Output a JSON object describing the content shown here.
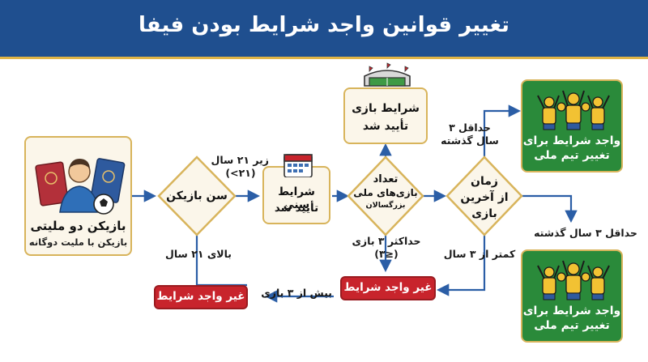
{
  "header": {
    "title": "تغییر قوانین واجد شرایط بودن فیفا"
  },
  "start": {
    "title": "بازیکن دو ملیتی",
    "subtitle": "بازیکن با ملیت دوگانه"
  },
  "age_decision": {
    "label": "سن بازیکن"
  },
  "under21_label": {
    "line1": "زیر ۲۱ سال",
    "line2": "(۲۱>)"
  },
  "over21_label": "بالای ۲۱ سال",
  "age_approved": {
    "line1": "شرایط سنی",
    "line2": "تأیید شد"
  },
  "caps_decision": {
    "line1": "تعداد",
    "line2": "بازی‌های ملی",
    "line3": "بزرگسالان"
  },
  "caps_ok": {
    "line1": "شرایط بازی",
    "line2": "تأیید شد"
  },
  "max3_label": {
    "line1": "حداکثر ۳ بازی",
    "line2": "(≤۳)"
  },
  "over3_label": "بیش از ۳ بازی",
  "time_decision": {
    "line1": "زمان",
    "line2": "از آخرین",
    "line3": "بازی"
  },
  "min3years_top": {
    "line1": "حداقل ۳",
    "line2": "سال گذشته"
  },
  "min3years_right": "حداقل ۳ سال گذشته",
  "less3years_label": "کمتر از ۳ سال",
  "not_eligible": "غیر واجد شرایط",
  "eligible": {
    "line1": "واجد شرایط برای",
    "line2": "تغییر تیم ملی"
  },
  "colors": {
    "header": "#1f4f8f",
    "gold": "#d8b45b",
    "flow_blue": "#2b5ea6",
    "red": "#c8242c",
    "green": "#2a8a3a"
  },
  "icons": [
    "player-icon",
    "passport-icon",
    "soccer-ball-icon",
    "calendar-icon",
    "stadium-icon",
    "team-celebration-icon"
  ]
}
